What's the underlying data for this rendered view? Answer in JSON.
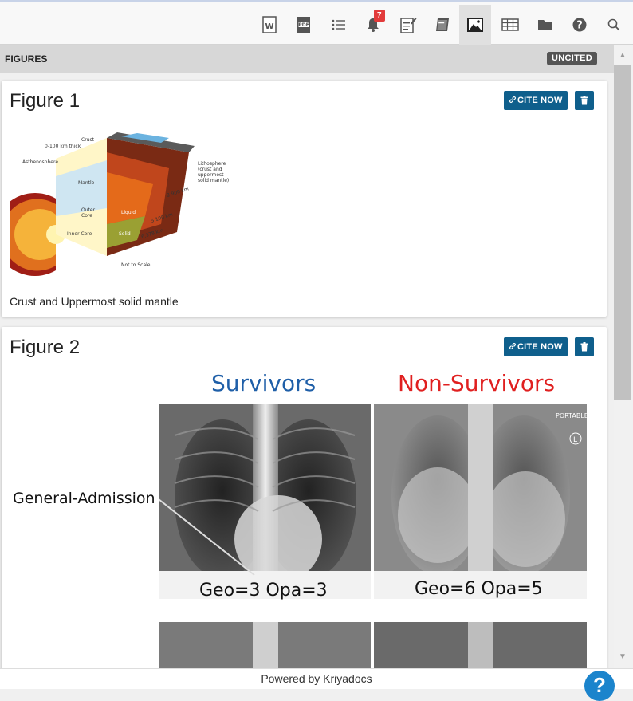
{
  "toolbar": {
    "notification_count": "7",
    "icons": [
      "word-export-icon",
      "pdf-export-icon",
      "outline-list-icon",
      "notification-bell-icon",
      "edit-note-icon",
      "book-icon",
      "figures-icon",
      "tables-icon",
      "folder-icon",
      "help-icon",
      "search-icon"
    ],
    "active": "figures-icon"
  },
  "section": {
    "title": "FIGURES",
    "filter_badge": "UNCITED"
  },
  "figures": [
    {
      "title": "Figure 1",
      "cite_label": "CITE NOW",
      "caption": "Crust and Uppermost solid mantle",
      "image_labels": {
        "crust": "Crust",
        "crust_thickness": "0-100 km thick",
        "asthenosphere": "Asthenosphere",
        "mantle": "Mantle",
        "outer_core": "Outer",
        "outer_core_2": "Core",
        "inner_core": "Inner Core",
        "liquid": "Liquid",
        "solid": "Solid",
        "lithosphere": "Lithosphere",
        "lithosphere_2": "(crust and",
        "lithosphere_3": "uppermost",
        "lithosphere_4": "solid mantle)",
        "depth_1": "2,900 km",
        "depth_2": "5,100 km",
        "depth_3": "6,378 km",
        "scale_note": "Not to Scale"
      }
    },
    {
      "title": "Figure 2",
      "cite_label": "CITE NOW",
      "image_labels": {
        "col_left": "Survivors",
        "col_right": "Non-Survivors",
        "row_label": "General-Admission",
        "left_score": "Geo=3 Opa=3",
        "right_score": "Geo=6 Opa=5",
        "portable": "PORTABLE",
        "marker_l": "L"
      }
    }
  ],
  "footer": {
    "powered_by": "Powered by Kriyadocs",
    "help_glyph": "?"
  },
  "colors": {
    "accent": "#0f5f8c",
    "survivors": "#1f5fa8",
    "non_survivors": "#e02020",
    "badge": "#e23b3b"
  }
}
